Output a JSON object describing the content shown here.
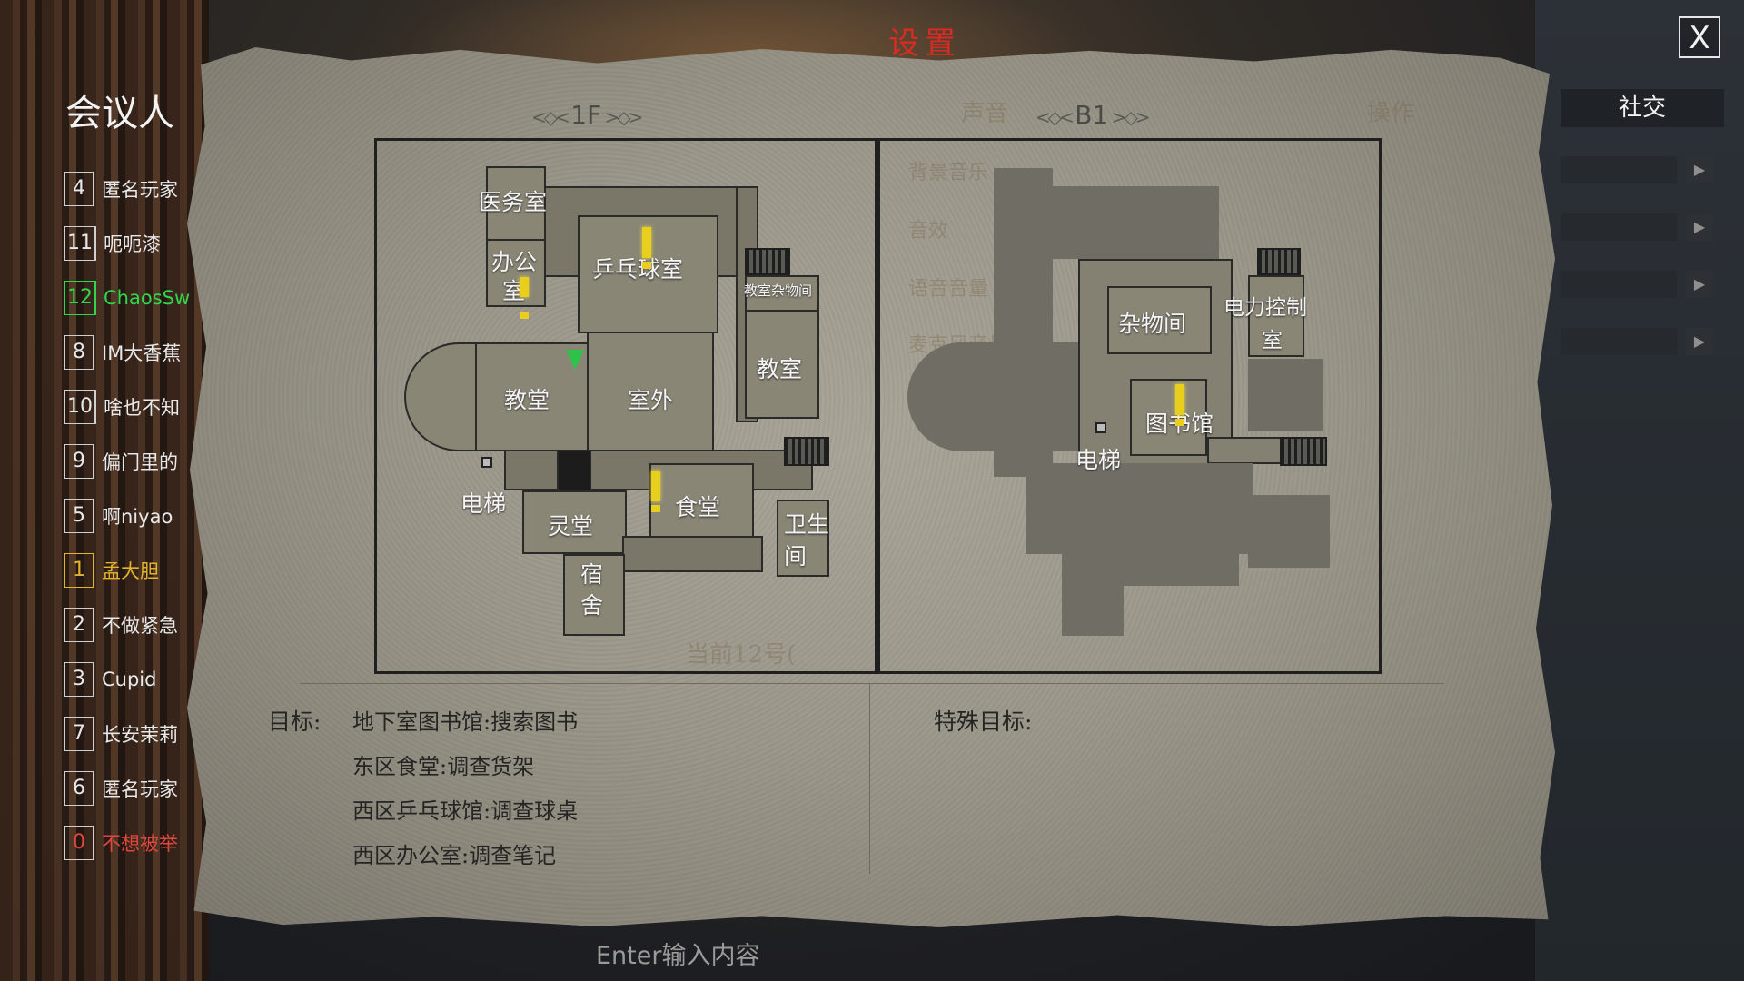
{
  "settings_title": "设置",
  "close_label": "X",
  "panel_title": "会议人",
  "players": [
    {
      "num": "4",
      "name": "匿名玩家",
      "color": "white"
    },
    {
      "num": "11",
      "name": "呃呃漆",
      "color": "white"
    },
    {
      "num": "12",
      "name": "ChaosSw",
      "color": "green"
    },
    {
      "num": "8",
      "name": "IM大香蕉",
      "color": "white"
    },
    {
      "num": "10",
      "name": "啥也不知",
      "color": "white"
    },
    {
      "num": "9",
      "name": "偏门里的",
      "color": "white"
    },
    {
      "num": "5",
      "name": "啊niyao",
      "color": "white"
    },
    {
      "num": "1",
      "name": "孟大胆",
      "color": "gold"
    },
    {
      "num": "2",
      "name": "不做紧急",
      "color": "white"
    },
    {
      "num": "3",
      "name": "Cupid",
      "color": "white"
    },
    {
      "num": "7",
      "name": "长安茉莉",
      "color": "white"
    },
    {
      "num": "6",
      "name": "匿名玩家",
      "color": "white"
    },
    {
      "num": "0",
      "name": "不想被举",
      "color": "red"
    }
  ],
  "settings_tabs": {
    "sound": "声音",
    "controls": "操作",
    "social": "社交"
  },
  "settings_rows": [
    "背景音乐",
    "音效",
    "语音音量",
    "麦克风音量"
  ],
  "map": {
    "floor1_label": "1F",
    "floorb1_label": "B1",
    "floor1_rooms": {
      "infirmary": "医务室",
      "office_a": "办公",
      "office_b": "室",
      "pingpong": "乒乓球室",
      "storage_classroom": "教室杂物间",
      "chapel": "教堂",
      "outdoor": "室外",
      "classroom": "教室",
      "elevator": "电梯",
      "mortuary": "灵堂",
      "canteen": "食堂",
      "restroom_a": "卫生",
      "restroom_b": "间",
      "dorm_a": "宿",
      "dorm_b": "舍"
    },
    "floorb1_rooms": {
      "storage": "杂物间",
      "power_a": "电力控制",
      "power_b": "室",
      "library": "图书馆",
      "elevator": "电梯"
    }
  },
  "objectives": {
    "label": "目标:",
    "items": [
      "地下室图书馆:搜索图书",
      "东区食堂:调查货架",
      "西区乒乓球馆:调查球桌",
      "西区办公室:调查笔记"
    ],
    "special_label": "特殊目标:"
  },
  "faint_current": "当前12号(",
  "chat_placeholder": "Enter输入内容",
  "colors": {
    "accent_red": "#d72b24",
    "player_green": "#31d64b",
    "player_gold": "#e2b32d",
    "marker_yellow": "#e8cf1e"
  }
}
